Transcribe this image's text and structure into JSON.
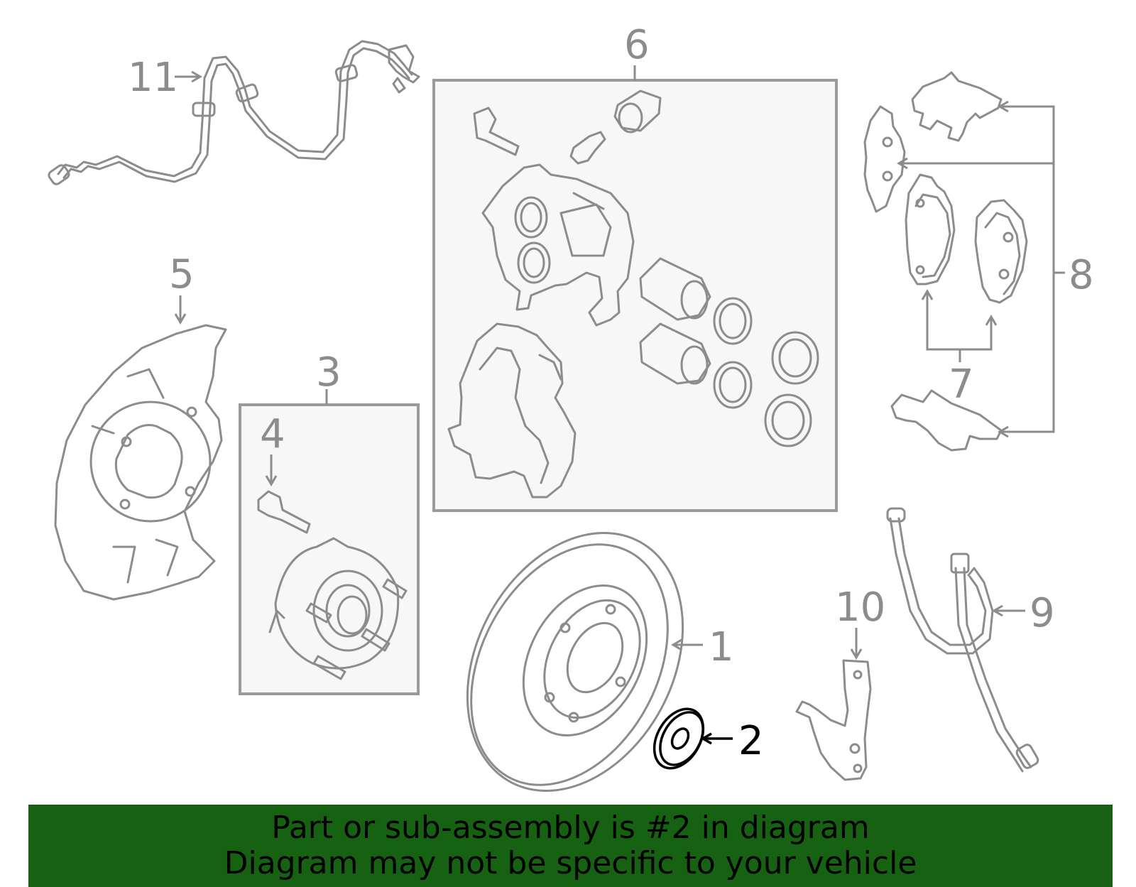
{
  "labels": {
    "p1": "1",
    "p2": "2",
    "p3": "3",
    "p4": "4",
    "p5": "5",
    "p6": "6",
    "p7": "7",
    "p8": "8",
    "p9": "9",
    "p10": "10",
    "p11": "11"
  },
  "highlight_part": "2",
  "colors": {
    "part_stroke": "#8c8c8c",
    "highlight": "#000000",
    "banner_bg": "#176212",
    "banner_text": "#000000",
    "box_fill": "#f7f7f7"
  },
  "banner": {
    "line1": "Part or sub-assembly is #2 in diagram",
    "line2": "Diagram may not be specific to your vehicle"
  }
}
